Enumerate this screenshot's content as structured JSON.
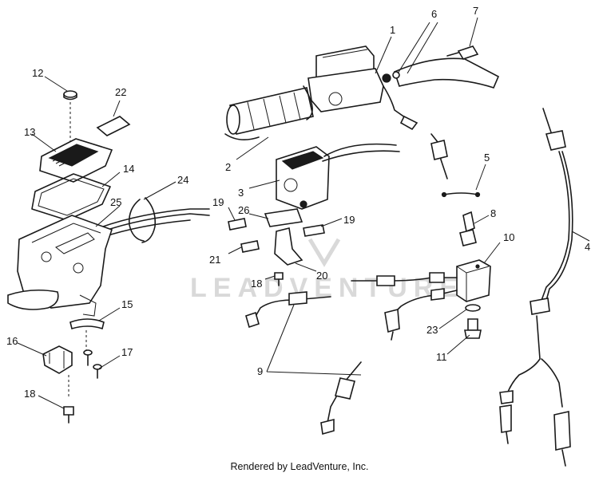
{
  "watermark": "LEADVENTURE",
  "credit": "Rendered by LeadVenture, Inc.",
  "callouts": {
    "c1": "1",
    "c2": "2",
    "c3": "3",
    "c4": "4",
    "c5": "5",
    "c6": "6",
    "c7": "7",
    "c8": "8",
    "c9": "9",
    "c10": "10",
    "c11": "11",
    "c12": "12",
    "c13": "13",
    "c14": "14",
    "c15": "15",
    "c16": "16",
    "c17": "17",
    "c18a": "18",
    "c18b": "18",
    "c19a": "19",
    "c19b": "19",
    "c20": "20",
    "c21": "21",
    "c22": "22",
    "c23": "23",
    "c24": "24",
    "c25": "25",
    "c26": "26"
  }
}
